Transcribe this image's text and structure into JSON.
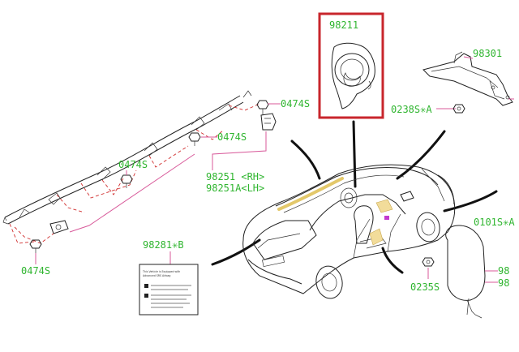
{
  "parts": {
    "p98211": "98211",
    "p98301": "98301",
    "p0238sa": "0238S✳A",
    "p0474s_top": "0474S",
    "p0474s_mid": "0474S",
    "p0474s_left": "0474S",
    "p0474s_bottom": "0474S",
    "p98251_rh": "98251 <RH>",
    "p98251a_lh": "98251A<LH>",
    "p98281b": "98281✳B",
    "p0101sa": "0101S✳A",
    "p0235s": "0235S",
    "p98_a": "98",
    "p98_b": "98"
  },
  "label_card": {
    "line1": "This Vehicle is Equipped with",
    "line2": "Advanced SRS Airbag"
  },
  "icons": [
    "steering-wheel-airbag-module",
    "curtain-airbag-assembly",
    "front-sensor-bracket",
    "side-seat-airbag",
    "warning-label",
    "vehicle-body-outline",
    "bolt"
  ],
  "colors": {
    "part_number": "#2fb52f",
    "highlight": "#c8262c",
    "pointer": "#d85a9a",
    "dashed": "#d02c2c"
  }
}
